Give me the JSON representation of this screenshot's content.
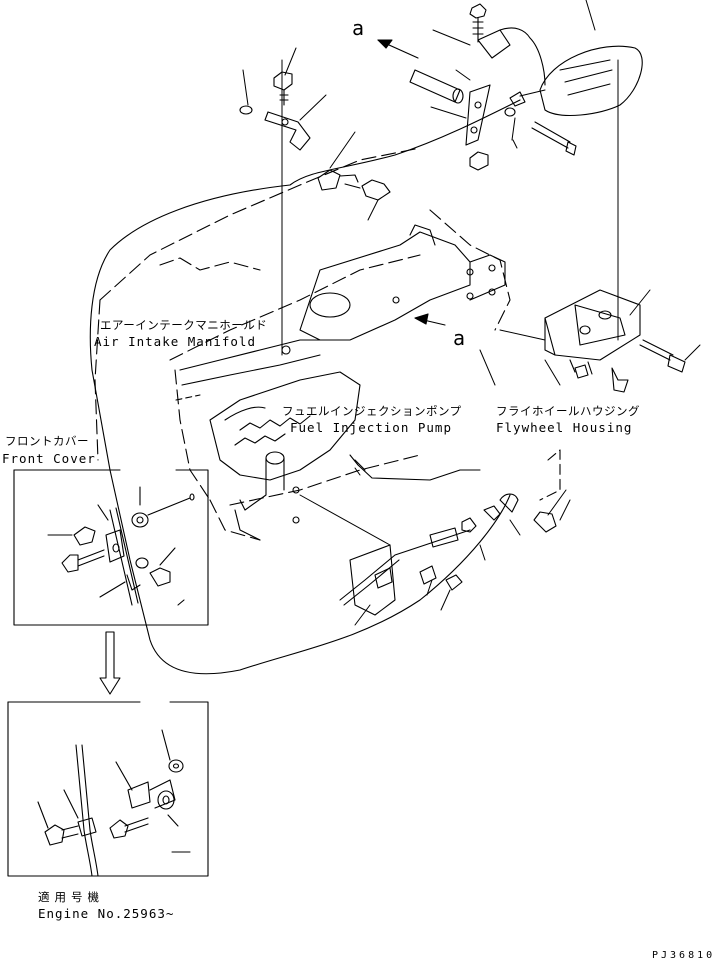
{
  "labels": {
    "air_intake_jp": "エアーインテークマニホールド",
    "air_intake_en": "Air Intake Manifold",
    "fuel_pump_jp": "フュエルインジェクションポンプ",
    "fuel_pump_en": "Fuel Injection Pump",
    "flywheel_jp": "フライホイールハウジング",
    "flywheel_en": "Flywheel Housing",
    "front_cover_jp": "フロントカバー",
    "front_cover_en": "Front Cover",
    "applicable_jp": "適用号機",
    "engine_no": "Engine No.25963~",
    "ref_a_top": "a",
    "ref_a_mid": "a",
    "drawing_code": "PJ36810"
  }
}
